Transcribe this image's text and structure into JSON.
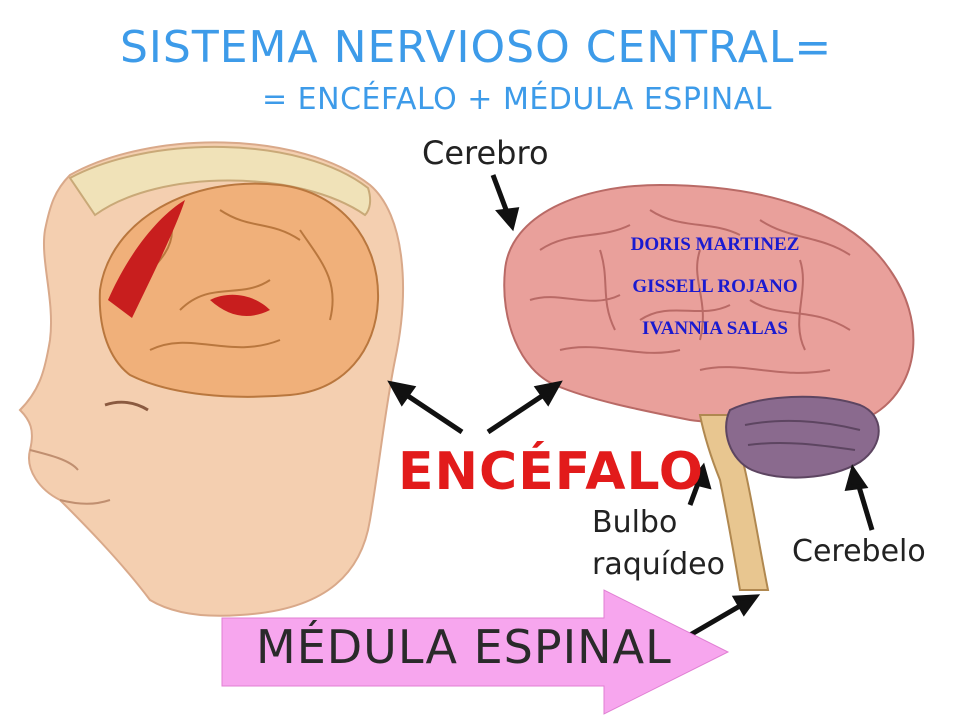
{
  "title": {
    "line1": "SISTEMA NERVIOSO CENTRAL=",
    "line2": "= ENCÉFALO + MÉDULA ESPINAL"
  },
  "labels": {
    "cerebro": "Cerebro",
    "bulbo_line1": "Bulbo",
    "bulbo_line2": "raquídeo",
    "cerebelo": "Cerebelo",
    "encefalo": "ENCÉFALO",
    "medula": "MÉDULA ESPINAL"
  },
  "authors": [
    "DORIS MARTINEZ",
    "GISSELL ROJANO",
    "IVANNIA SALAS"
  ],
  "colors": {
    "title": "#3d9be9",
    "encefalo": "#e21b1b",
    "authors": "#1a1ad0",
    "arrow_banner": "#f7a6ee",
    "brain": "#e9a09b",
    "cerebellum": "#8a6a8e",
    "skin": "#f4cfb0"
  }
}
